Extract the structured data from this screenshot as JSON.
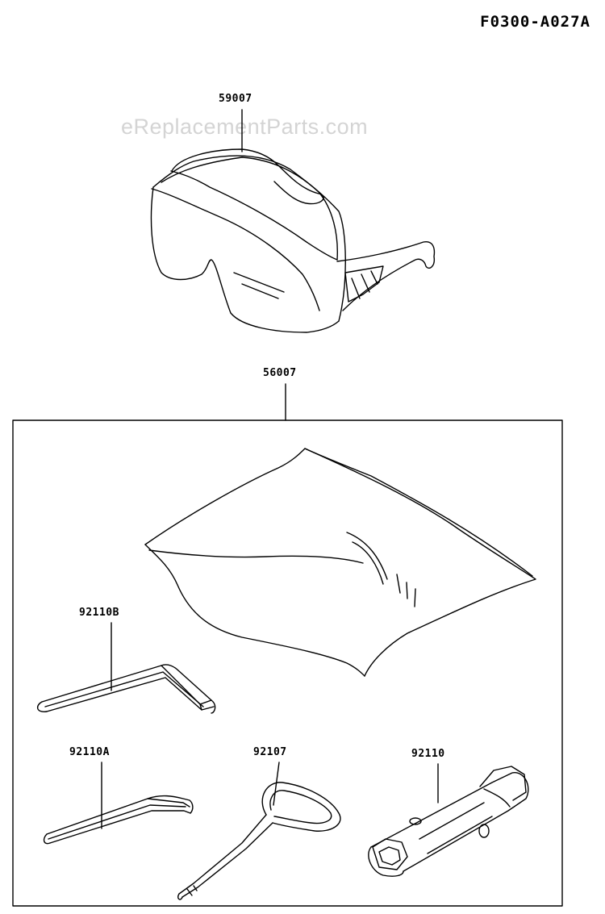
{
  "diagram": {
    "code": "F0300-A027A",
    "watermark": "eReplacementParts.com"
  },
  "parts": {
    "glasses": {
      "number": "59007"
    },
    "kit": {
      "number": "56007"
    },
    "hex_wrench_b": {
      "number": "92110B"
    },
    "hex_wrench_a": {
      "number": "92110A"
    },
    "screwdriver": {
      "number": "92107"
    },
    "spark_plug_wrench": {
      "number": "92110"
    }
  },
  "colors": {
    "line": "#000000",
    "watermark": "#d4d4d4"
  }
}
